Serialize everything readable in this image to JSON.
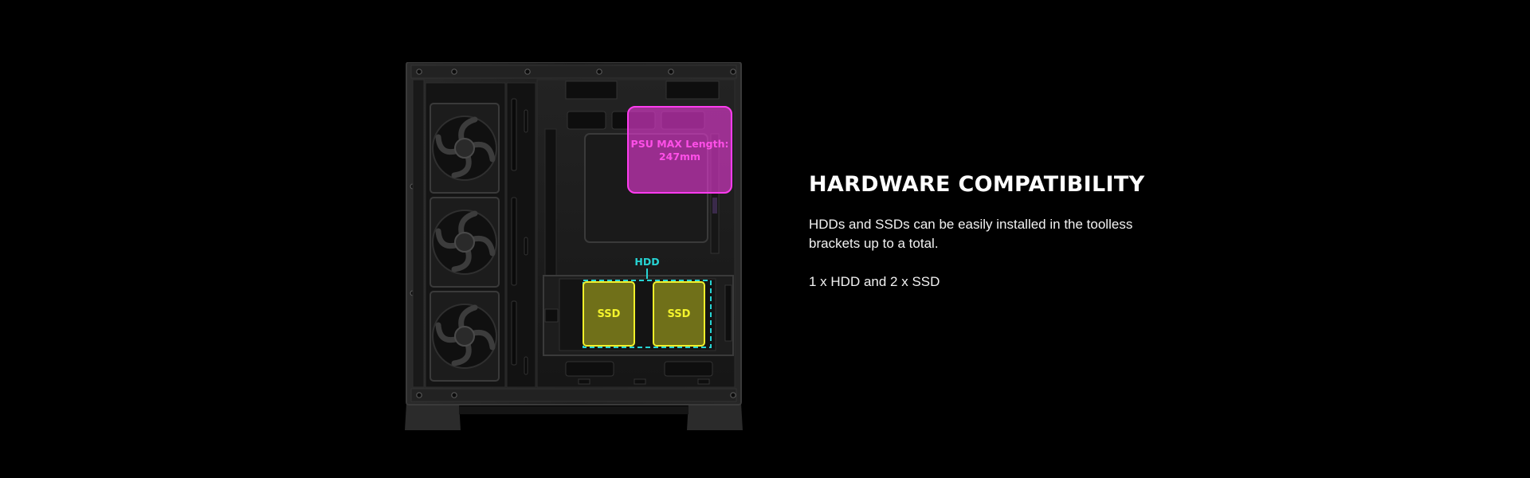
{
  "page": {
    "background": "#000000"
  },
  "illustration": {
    "psu_label_line1": "PSU MAX Length:",
    "psu_label_line2": "247mm",
    "hdd_label": "HDD",
    "ssd_label_left": "SSD",
    "ssd_label_right": "SSD",
    "colors": {
      "psu_callout": "#e83ad6",
      "hdd_callout": "#27d4d4",
      "ssd_callout": "#e8e82a",
      "chassis": "#1b1b1b"
    },
    "icons": [
      "case-fan-icon",
      "case-fan-icon",
      "case-fan-icon"
    ]
  },
  "info": {
    "title": "HARDWARE COMPATIBILITY",
    "description": "HDDs and SSDs can be easily installed in the toolless brackets up to a total.",
    "spec": "1 x HDD and 2 x SSD"
  }
}
